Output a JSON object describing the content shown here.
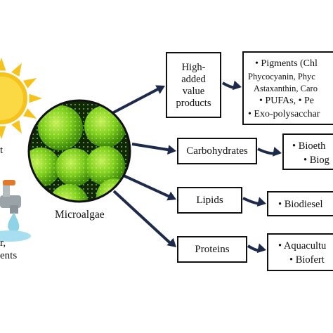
{
  "center": {
    "label": "Microalgae"
  },
  "left_labels": {
    "top_fragment": "t",
    "bottom_fragment_1": "r,",
    "bottom_fragment_2": "ents"
  },
  "categories": [
    {
      "id": "high-added",
      "lines": [
        "High-",
        "added",
        "value",
        "products"
      ]
    },
    {
      "id": "carbohydrates",
      "lines": [
        "Carbohydrates"
      ]
    },
    {
      "id": "lipids",
      "lines": [
        "Lipids"
      ]
    },
    {
      "id": "proteins",
      "lines": [
        "Proteins"
      ]
    }
  ],
  "outputs": [
    {
      "id": "high-added-out",
      "lines": [
        "• Pigments (Chl",
        "Phycocyanin, Phyc",
        "Astaxanthin, Caro",
        "• PUFAs, • Pe",
        "• Exo-polysacchar"
      ]
    },
    {
      "id": "carbohydrates-out",
      "lines": [
        "• Bioeth",
        "• Biog"
      ]
    },
    {
      "id": "lipids-out",
      "lines": [
        "• Biodiesel"
      ]
    },
    {
      "id": "proteins-out",
      "lines": [
        "• Aquacultu",
        "• Biofert"
      ]
    }
  ],
  "colors": {
    "arrow": "#1e2a4a",
    "sun": "#f6c21c",
    "sun_core": "#fbd944",
    "cell_bg": "#0e2a05",
    "cell": "#7fcf1d",
    "water": "#8fd3e6",
    "faucet": "#9aa3a8"
  }
}
